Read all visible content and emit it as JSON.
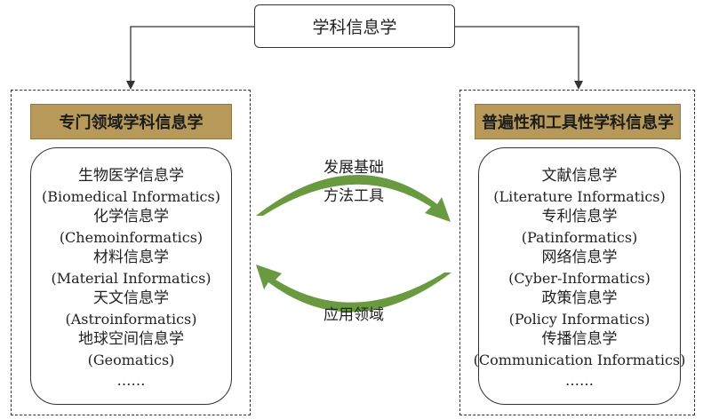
{
  "root": {
    "title": "学科信息学"
  },
  "left": {
    "header": "专门领域学科信息学",
    "items": [
      {
        "cn": "生物医学信息学",
        "en": "(Biomedical Informatics)"
      },
      {
        "cn": "化学信息学",
        "en": "(Chemoinformatics)"
      },
      {
        "cn": "材料信息学",
        "en": "(Material Informatics)"
      },
      {
        "cn": "天文信息学",
        "en": "(Astroinformatics)"
      },
      {
        "cn": "地球空间信息学",
        "en": "(Geomatics)"
      }
    ],
    "ellipsis": "……"
  },
  "right": {
    "header": "普遍性和工具性学科信息学",
    "items": [
      {
        "cn": "文献信息学",
        "en": "(Literature Informatics)"
      },
      {
        "cn": "专利信息学",
        "en": "(Patinformatics)"
      },
      {
        "cn": "网络信息学",
        "en": "(Cyber-Informatics)"
      },
      {
        "cn": "政策信息学",
        "en": "(Policy Informatics)"
      },
      {
        "cn": "传播信息学",
        "en": "(Communication Informatics)"
      }
    ],
    "ellipsis": "……"
  },
  "arrows": {
    "top_label_1": "发展基础",
    "top_label_2": "方法工具",
    "bottom_label": "应用领域",
    "color": "#6a9a3f"
  },
  "colors": {
    "header_fill": "#b79a5a",
    "line": "#333333"
  }
}
